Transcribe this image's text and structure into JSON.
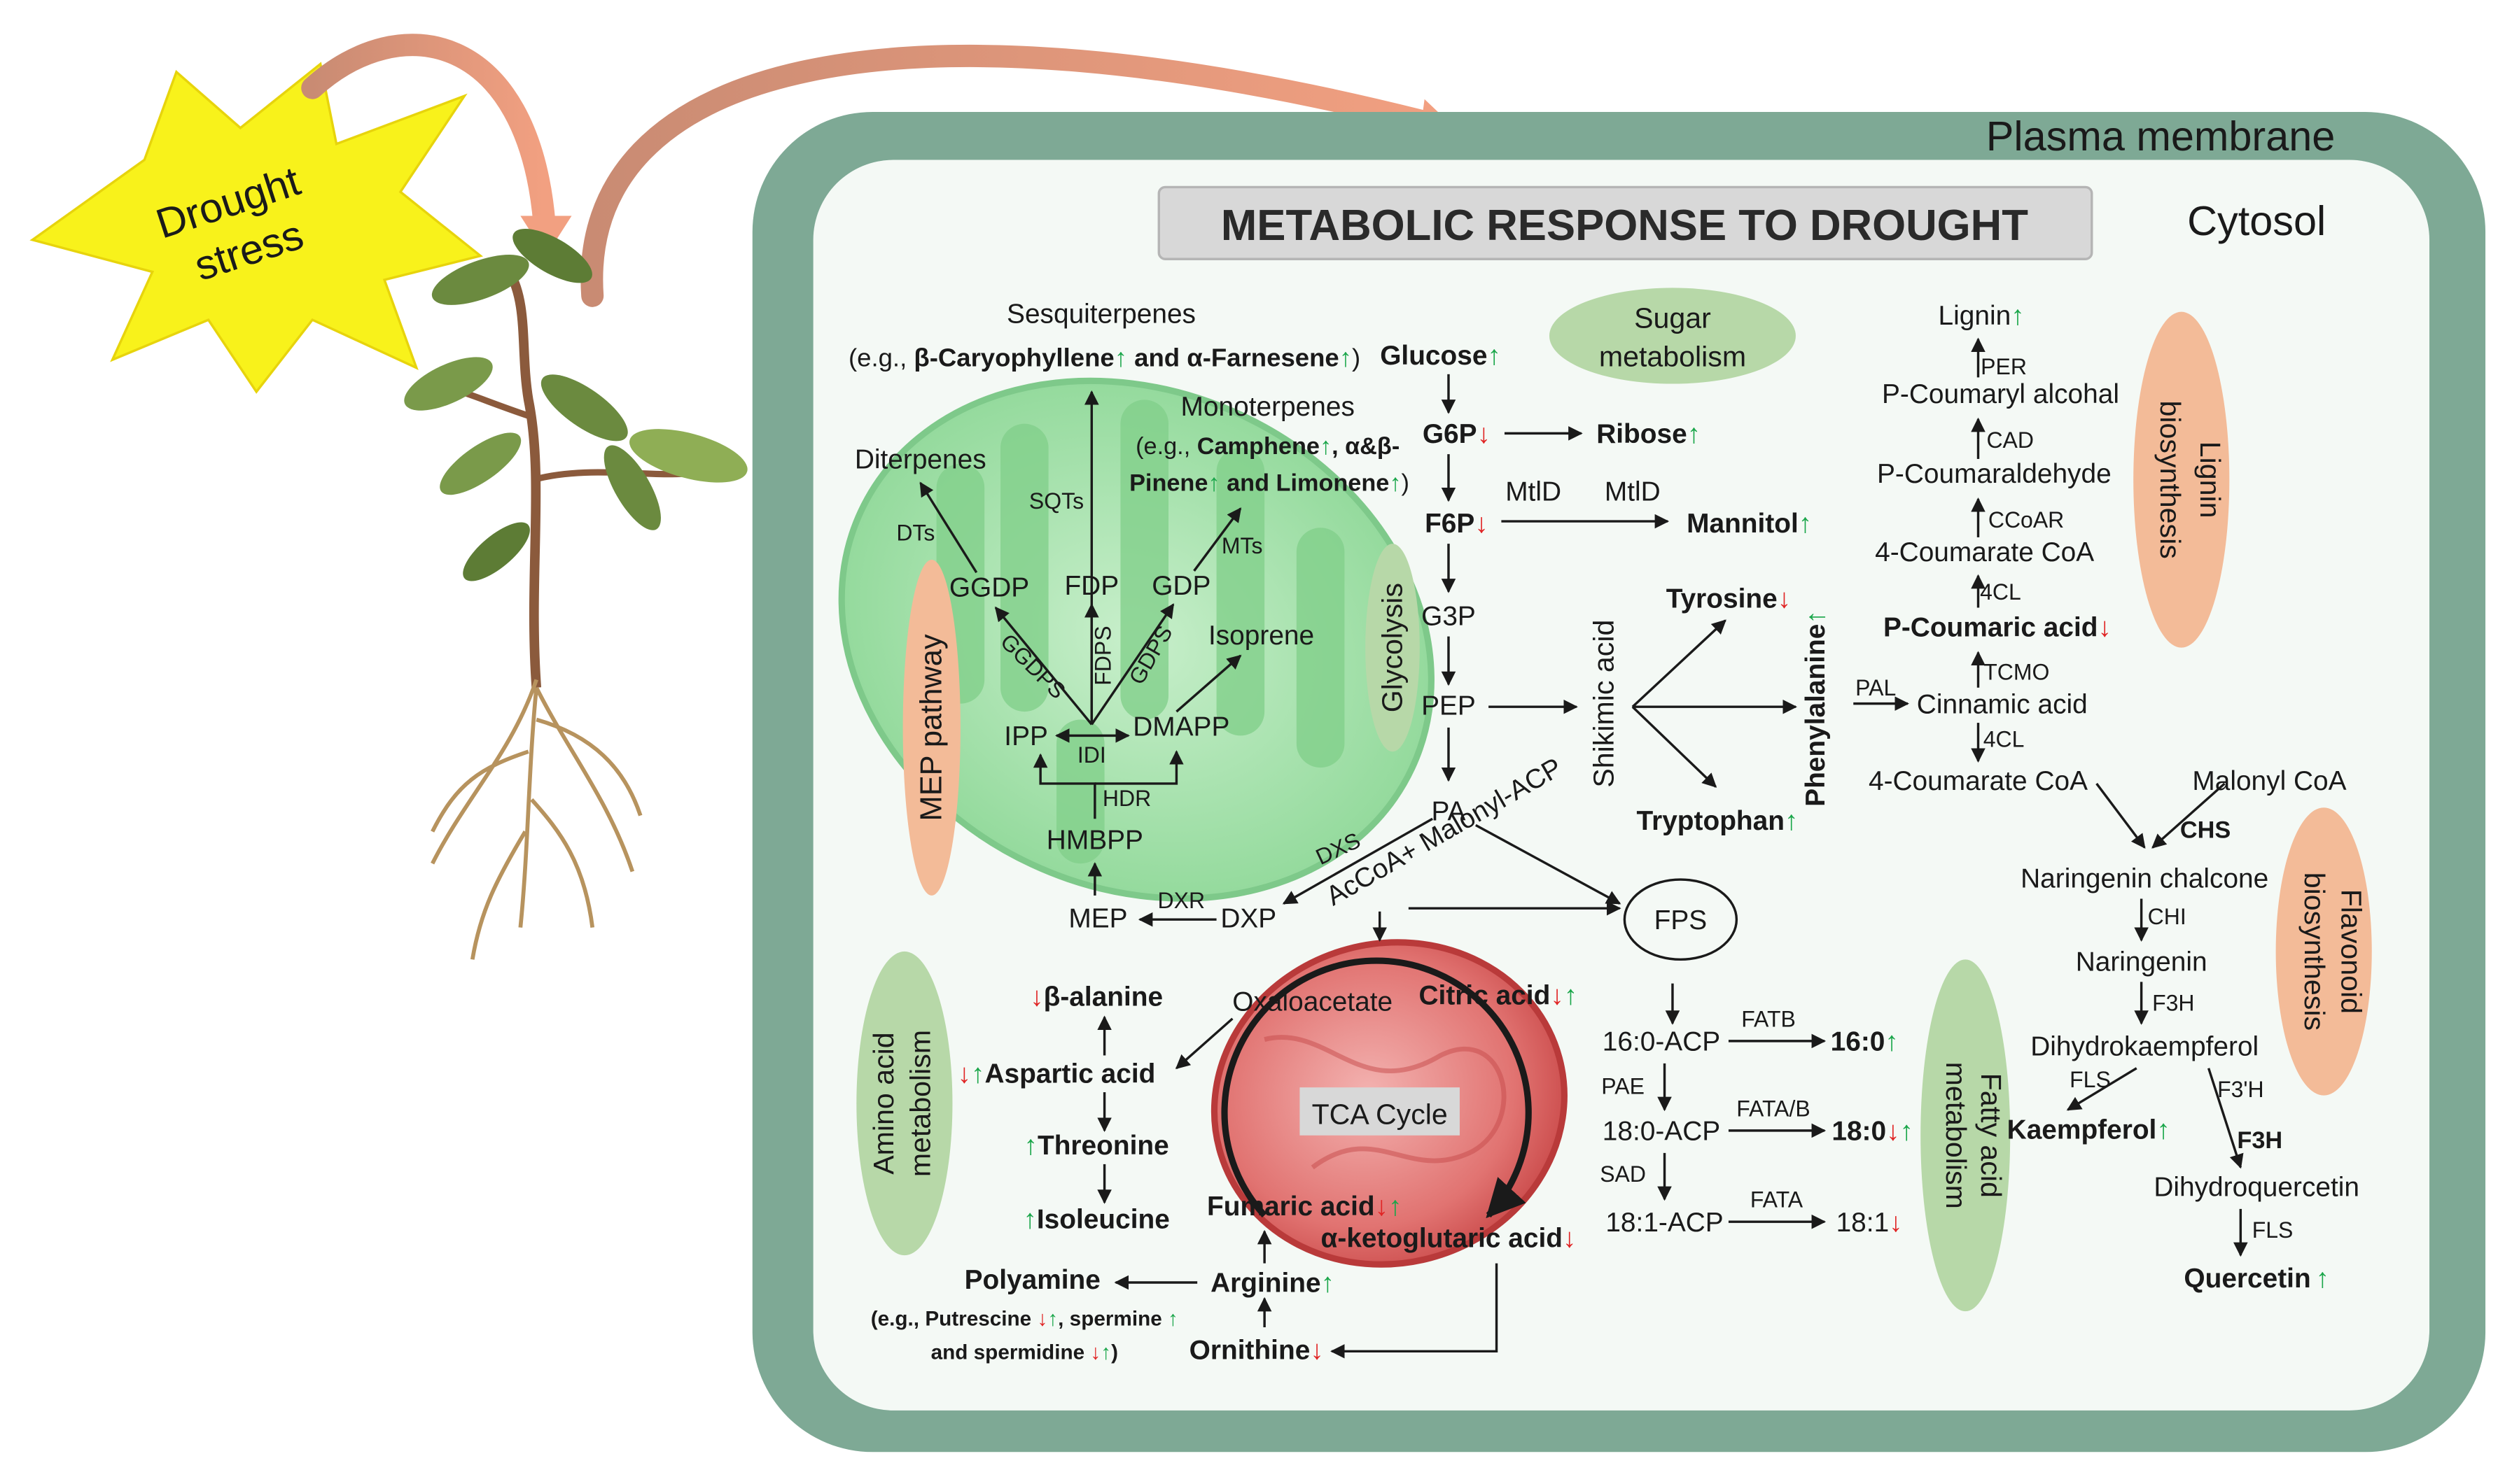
{
  "colors": {
    "up": "#1aa64a",
    "down": "#e02424",
    "membrane": "#7ea995",
    "cytosol": "#f4f9f5",
    "chloroplast": "#8ed89a",
    "mitochondrion": "#d85454",
    "pathway_green": "#b7d8a8",
    "pathway_orange": "#f3bb98",
    "starburst": "#f8f21b"
  },
  "drought": {
    "line1": "Drought",
    "line2": "stress"
  },
  "membrane_label": "Plasma membrane",
  "cytosol_label": "Cytosol",
  "title": "METABOLIC RESPONSE TO DROUGHT",
  "pathways": {
    "mep": "MEP pathway",
    "glycolysis": "Glycolysis",
    "sugar1": "Sugar",
    "sugar2": "metabolism",
    "lignin1": "Lignin",
    "lignin2": "biosynthesis",
    "flavonoid1": "Flavonoid",
    "flavonoid2": "biosynthesis",
    "amino1": "Amino acid",
    "amino2": "metabolism",
    "fatty1": "Fatty acid",
    "fatty2": "metabolism",
    "shikimic": "Shikimic acid",
    "tca": "TCA Cycle"
  },
  "terpenes": {
    "sesq": "Sesquiterpenes",
    "sesq_eg_a": "(e.g., ",
    "sesq_eg_b": "β-Caryophyllene",
    "sesq_eg_c": " and α-Farnesene",
    "sesq_eg_d": ")",
    "mono": "Monoterpenes",
    "mono_eg1a": "(e.g., ",
    "mono_eg1b": "Camphene",
    "mono_eg1c": ", α&β-",
    "mono_eg2a": "Pinene",
    "mono_eg2b": " and Limonene",
    "mono_eg2c": ")",
    "diterpenes": "Diterpenes",
    "dts": "DTs",
    "sqts": "SQTs",
    "mts": "MTs",
    "ggdp": "GGDP",
    "fdp": "FDP",
    "gdp": "GDP",
    "isoprene": "Isoprene",
    "ggdps": "GGDPS",
    "fdps": "FDPS",
    "gdps": "GDPS",
    "ipp": "IPP",
    "idi": "IDI",
    "dmapp": "DMAPP",
    "hdr": "HDR",
    "hmbpp": "HMBPP",
    "mep": "MEP",
    "dxr": "DXR",
    "dxp": "DXP",
    "dxs": "DXS"
  },
  "sugar": {
    "glucose": "Glucose",
    "g6p": "G6P",
    "ribose": "Ribose",
    "f6p": "F6P",
    "mtld1": "MtlD",
    "mtld2": "MtlD",
    "mannitol": "Mannitol",
    "g3p": "G3P",
    "pep": "PEP",
    "pa": "PA",
    "accoa": "AcCoA+ Malonyl-ACP",
    "fps": "FPS"
  },
  "shik": {
    "tyrosine": "Tyrosine",
    "tryptophan": "Tryptophan",
    "phenylalanine": "Phenylalanine"
  },
  "lignin": {
    "lignin": "Lignin",
    "per": "PER",
    "pcoumaryl": "P-Coumaryl alcohal",
    "cad": "CAD",
    "pcoumaraldehyde": "P-Coumaraldehyde",
    "ccoar": "CCoAR",
    "coacoa1": "4-Coumarate CoA",
    "cl1": "4CL",
    "pcoumaric": "P-Coumaric acid",
    "tcmo": "TCMO",
    "pal": "PAL",
    "cinnamic": "Cinnamic acid",
    "cl2": "4CL",
    "coacoa2": "4-Coumarate CoA",
    "malonyl": "Malonyl CoA"
  },
  "flav": {
    "chs": "CHS",
    "nchalcone": "Naringenin chalcone",
    "chi": "CHI",
    "naringenin": "Naringenin",
    "f3h1": "F3H",
    "dhk": "Dihydrokaempferol",
    "fls1": "FLS",
    "f3ph": "F3'H",
    "kaempferol": "Kaempferol",
    "f3h2": "F3H",
    "dhq": "Dihydroquercetin",
    "fls2": "FLS",
    "quercetin": "Quercetin"
  },
  "amino": {
    "balanine": "β-alanine",
    "oxaloacetate": "Oxaloacetate",
    "citric": "Citric acid",
    "aspartic": "Aspartic acid",
    "threonine": "Threonine",
    "isoleucine": "Isoleucine",
    "fumaric": "Fumaric acid",
    "aketo": "α-ketoglutaric acid",
    "polyamine": "Polyamine",
    "arginine": "Arginine",
    "ornithine": "Ornithine",
    "poly_eg1a": "(e.g., Putrescine ",
    "poly_eg1b": ", spermine ",
    "poly_eg2a": "and spermidine ",
    "poly_eg2b": ")"
  },
  "fatty": {
    "acp160": "16:0-ACP",
    "fatb": "FATB",
    "f160": "16:0",
    "pae": "PAE",
    "acp180": "18:0-ACP",
    "fatab": "FATA/B",
    "f180": "18:0",
    "sad": "SAD",
    "acp181": "18:1-ACP",
    "fata": "FATA",
    "f181": "18:1"
  },
  "arrows": {
    "up": "↑",
    "down": "↓"
  }
}
